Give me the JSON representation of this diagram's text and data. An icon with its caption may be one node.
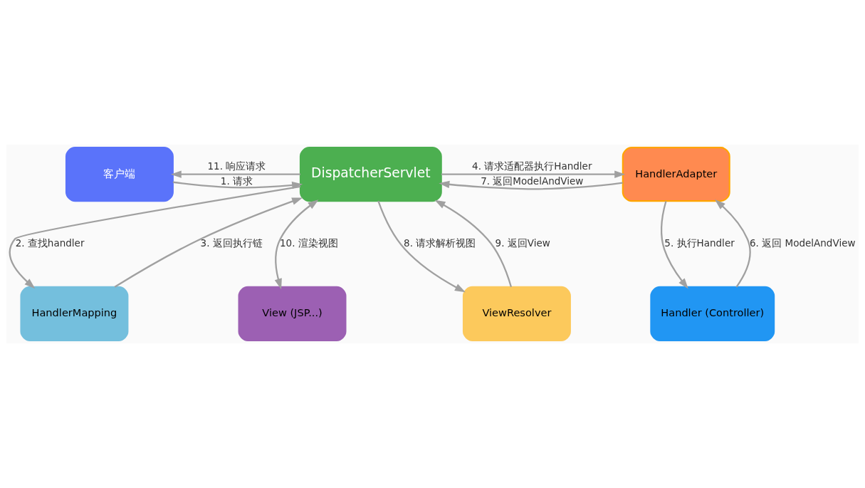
{
  "diagram": {
    "nodes": [
      {
        "text": [
          "客户端"
        ]
      },
      {
        "text": [
          "DispatcherServlet"
        ]
      },
      {
        "text": [
          "HandlerMapping"
        ]
      },
      {
        "text": [
          "HandlerAdapter"
        ]
      },
      {
        "text": [
          "Handler (Controller)"
        ]
      },
      {
        "text": [
          "View (JSP...)"
        ]
      },
      {
        "text": [
          "ViewResolver"
        ]
      }
    ],
    "edges": [
      {
        "from": 0,
        "to": 1,
        "arrow": "to",
        "label": "1. 请求"
      },
      {
        "from": 1,
        "to": 2,
        "arrow": "to",
        "label": "2. 查找handler"
      },
      {
        "from": 2,
        "to": 1,
        "arrow": "to",
        "label": "3. 返回执行链"
      },
      {
        "from": 1,
        "to": 3,
        "arrow": "to",
        "label": "4. 请求适配器执行Handler"
      },
      {
        "from": 3,
        "to": 4,
        "arrow": "to",
        "label": "5. 执行Handler"
      },
      {
        "from": 4,
        "to": 3,
        "arrow": "to",
        "label": "6. 返回 ModelAndView"
      },
      {
        "from": 3,
        "to": 1,
        "arrow": "to",
        "label": "7. 返回ModelAndView"
      },
      {
        "from": 1,
        "to": 6,
        "arrow": "to",
        "label": "8. 请求解析视图"
      },
      {
        "from": 6,
        "to": 1,
        "arrow": "to",
        "label": "9. 返回View"
      },
      {
        "from": 1,
        "to": 5,
        "arrow": "both",
        "label": "10. 渲染视图"
      },
      {
        "from": 1,
        "to": 0,
        "arrow": "to",
        "label": "11. 响应请求"
      }
    ]
  }
}
